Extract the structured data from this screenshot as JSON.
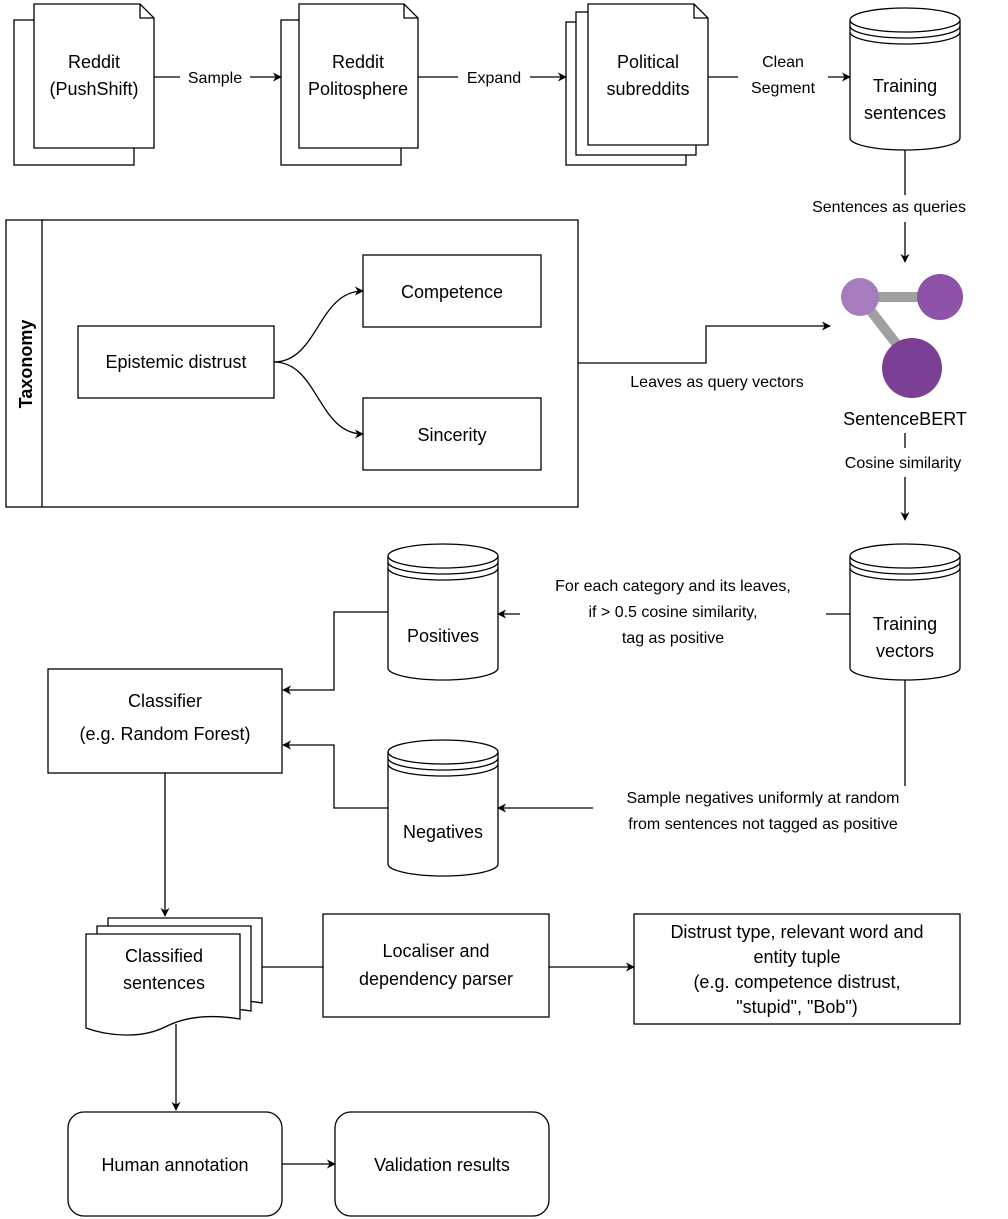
{
  "nodes": {
    "reddit_pushshift": [
      "Reddit",
      "(PushShift)"
    ],
    "reddit_politosphere": [
      "Reddit",
      "Politosphere"
    ],
    "political_subreddits": [
      "Political",
      "subreddits"
    ],
    "training_sentences": [
      "Training",
      "sentences"
    ],
    "taxonomy_title": "Taxonomy",
    "epistemic_distrust": "Epistemic  distrust",
    "competence": "Competence",
    "sincerity": "Sincerity",
    "sentencebert": "SentenceBERT",
    "training_vectors": [
      "Training",
      "vectors"
    ],
    "positives": "Positives",
    "negatives": "Negatives",
    "classifier": [
      "Classifier",
      "(e.g. Random Forest)"
    ],
    "classified_sentences": [
      "Classified",
      "sentences"
    ],
    "localiser": [
      "Localiser and",
      "dependency parser"
    ],
    "distrust_tuple": [
      "Distrust type, relevant word and",
      "entity tuple",
      "(e.g. competence distrust,",
      "\"stupid\", \"Bob\")"
    ],
    "human_annotation": "Human annotation",
    "validation_results": "Validation results"
  },
  "edges": {
    "sample": "Sample",
    "expand": "Expand",
    "clean_segment": [
      "Clean",
      "Segment"
    ],
    "sentences_as_queries": "Sentences as queries",
    "leaves_as_query_vectors": "Leaves as query vectors",
    "cosine_similarity": "Cosine similarity",
    "tag_positive": [
      "For each category and its leaves,",
      "if > 0.5 cosine similarity,",
      "tag as positive"
    ],
    "sample_negatives": [
      "Sample negatives uniformly at random",
      "from sentences not tagged as positive"
    ]
  },
  "colors": {
    "node_light": "#a77cbc",
    "node_mid": "#8e52a8",
    "node_dark": "#7b3f96",
    "connector": "#a0a0a0"
  }
}
